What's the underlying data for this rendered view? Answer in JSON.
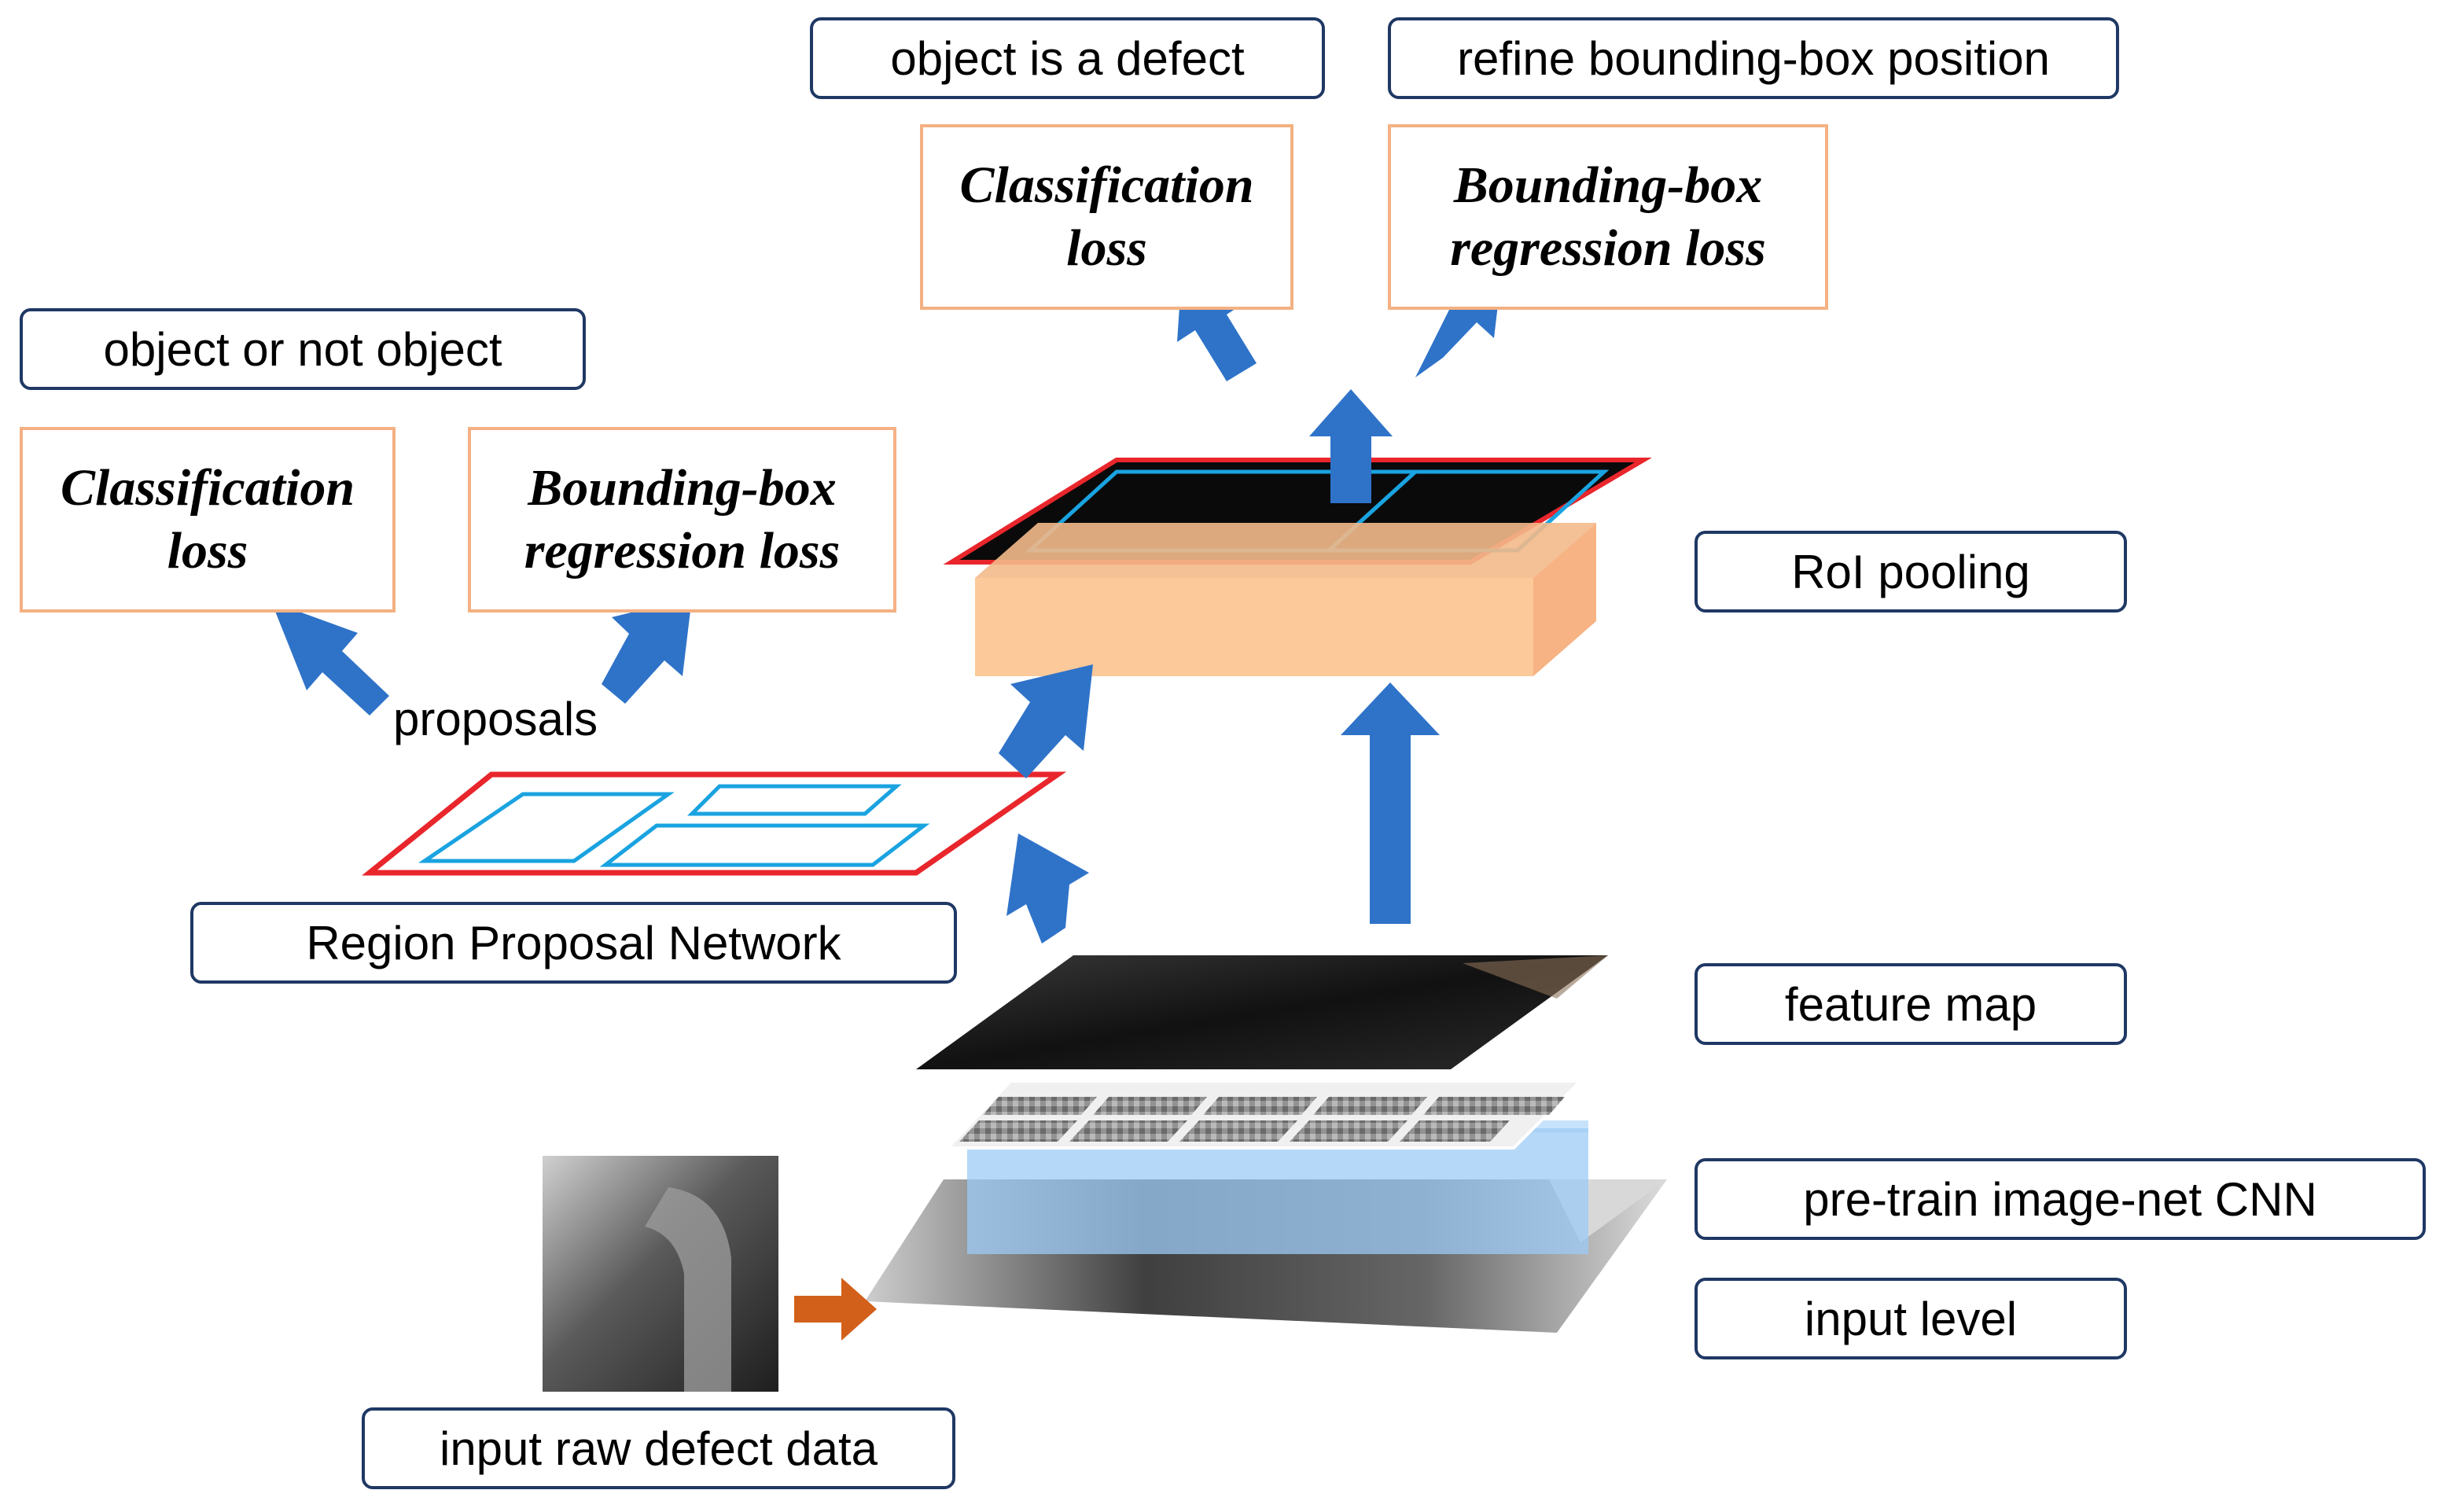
{
  "labels": {
    "object_is_defect": "object is a defect",
    "refine_bbox": "refine bounding-box position",
    "object_or_not": "object or not object",
    "roi_pooling": "RoI pooling",
    "region_proposal_network": "Region Proposal Network",
    "feature_map": "feature map",
    "pretrain_cnn": "pre-train image-net CNN",
    "input_level": "input level",
    "input_raw_data": "input raw defect data",
    "proposals": "proposals"
  },
  "losses": {
    "top_classification": [
      "Classification",
      "loss"
    ],
    "top_bbox_regression": [
      "Bounding-box",
      "regression loss"
    ],
    "left_classification": [
      "Classification",
      "loss"
    ],
    "left_bbox_regression": [
      "Bounding-box",
      "regression loss"
    ]
  },
  "colors": {
    "label_border": "#1f3864",
    "loss_border": "#f4b183",
    "arrow_blue": "#2f73c9",
    "arrow_orange": "#d2601a",
    "roi_block": "#fcc99a",
    "cnn_block": "#9ccbf5",
    "proposal_outline": "#e8262c",
    "proposal_inner": "#1aa3e0"
  }
}
